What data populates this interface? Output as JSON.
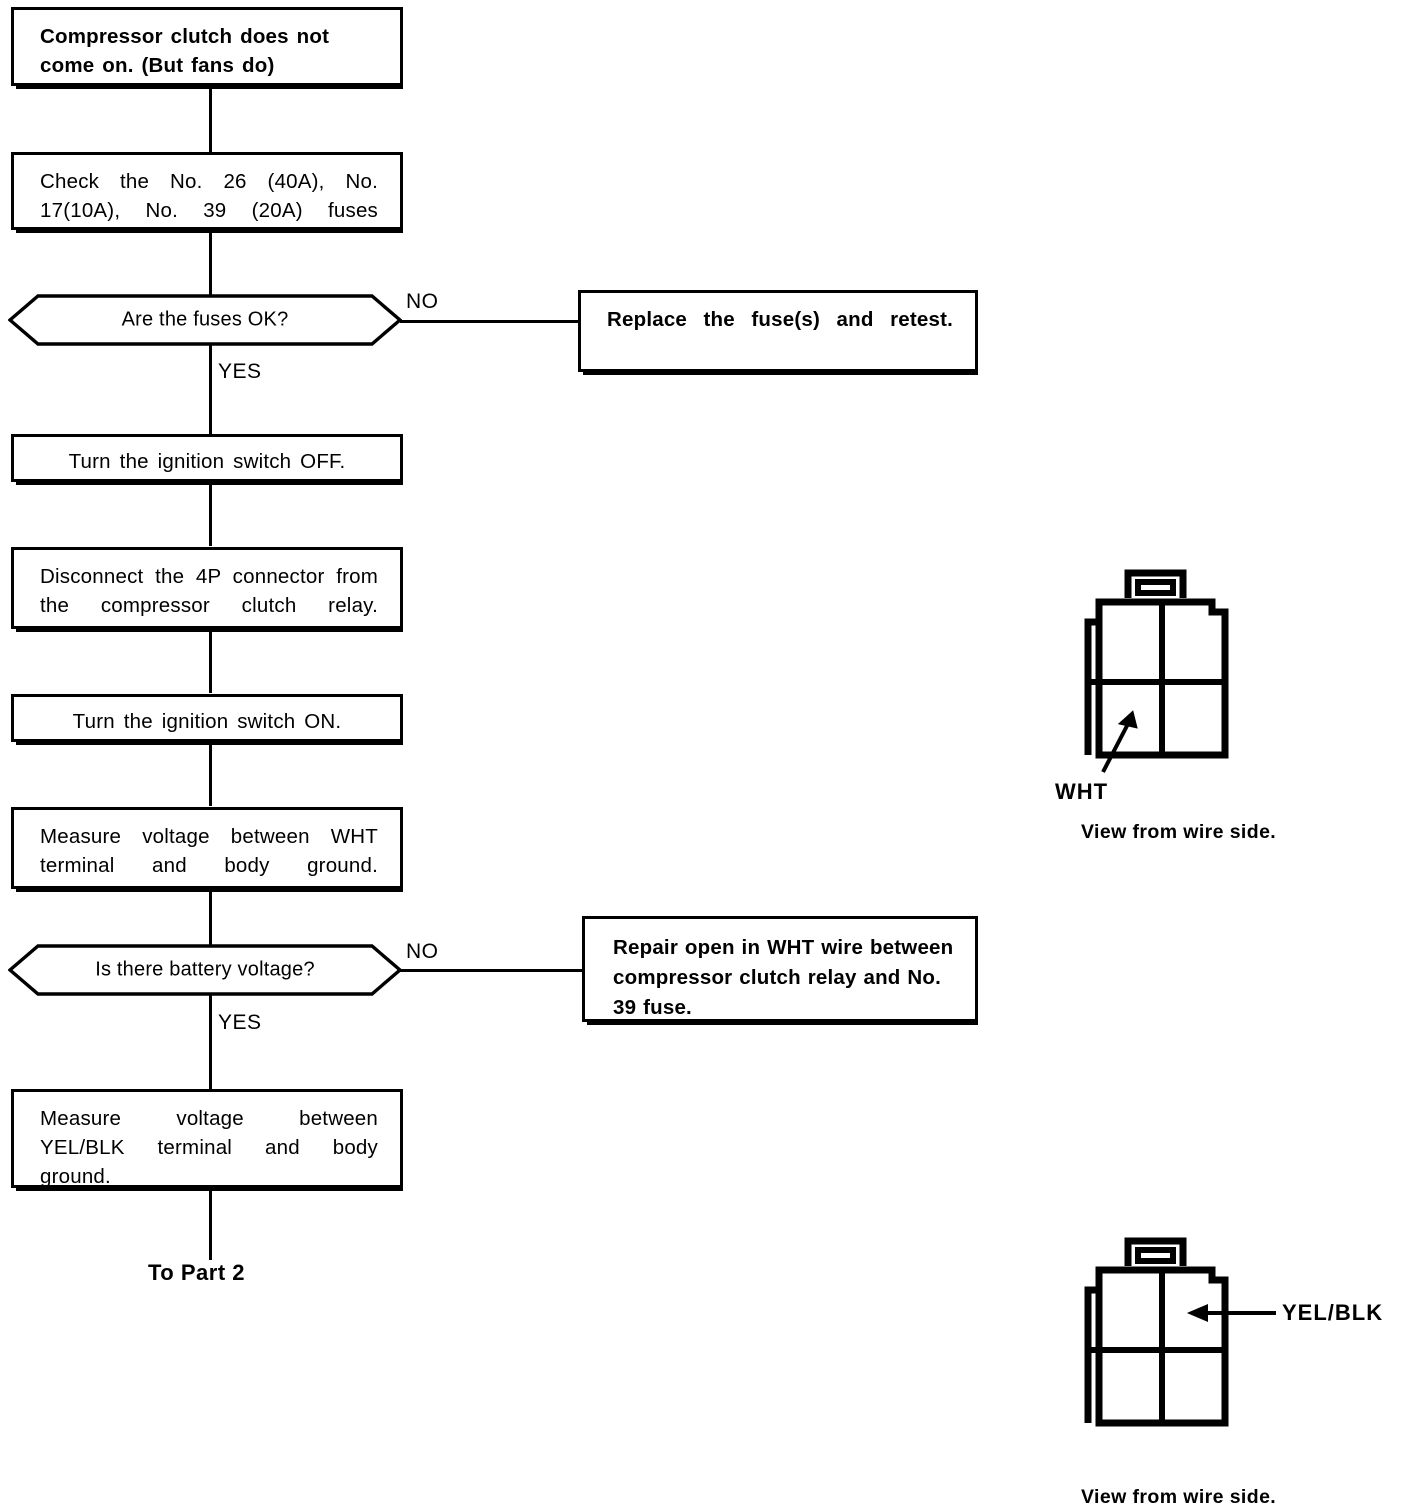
{
  "chart_data": {
    "type": "diagram",
    "title": "Compressor clutch troubleshooting flowchart - Part 1",
    "nodes": [
      {
        "id": "start",
        "kind": "process",
        "text": "Compressor clutch does not come on. (But fans do)"
      },
      {
        "id": "fuses",
        "kind": "process",
        "text": "Check the No. 26 (40A), No. 17(10A), No. 39 (20A) fuses"
      },
      {
        "id": "q1",
        "kind": "decision",
        "text": "Are the fuses OK?"
      },
      {
        "id": "fix1",
        "kind": "process",
        "text": "Replace the fuse(s) and retest."
      },
      {
        "id": "igoff",
        "kind": "process",
        "text": "Turn the ignition switch OFF."
      },
      {
        "id": "disc",
        "kind": "process",
        "text": "Disconnect the 4P connector from the compressor clutch relay."
      },
      {
        "id": "igon",
        "kind": "process",
        "text": "Turn the ignition switch ON."
      },
      {
        "id": "mwht",
        "kind": "process",
        "text": "Measure voltage between WHT terminal and body ground."
      },
      {
        "id": "q2",
        "kind": "decision",
        "text": "Is there battery voltage?"
      },
      {
        "id": "fix2",
        "kind": "process",
        "text": "Repair open in WHT wire between compressor clutch relay and No. 39 fuse."
      },
      {
        "id": "myel",
        "kind": "process",
        "text": "Measure voltage between YEL/BLK terminal and body ground."
      },
      {
        "id": "next",
        "kind": "terminal",
        "text": "To Part 2"
      }
    ],
    "edges": [
      {
        "from": "start",
        "to": "fuses",
        "label": ""
      },
      {
        "from": "fuses",
        "to": "q1",
        "label": ""
      },
      {
        "from": "q1",
        "to": "fix1",
        "label": "NO"
      },
      {
        "from": "q1",
        "to": "igoff",
        "label": "YES"
      },
      {
        "from": "igoff",
        "to": "disc",
        "label": ""
      },
      {
        "from": "disc",
        "to": "igon",
        "label": ""
      },
      {
        "from": "igon",
        "to": "mwht",
        "label": ""
      },
      {
        "from": "mwht",
        "to": "q2",
        "label": ""
      },
      {
        "from": "q2",
        "to": "fix2",
        "label": "NO"
      },
      {
        "from": "q2",
        "to": "myel",
        "label": "YES"
      },
      {
        "from": "myel",
        "to": "next",
        "label": ""
      }
    ]
  },
  "flow": {
    "start": {
      "text": "Compressor clutch does not come on. (But fans do)"
    },
    "fuses": {
      "text": "Check the No. 26 (40A), No. 17(10A), No. 39 (20A) fuses"
    },
    "q1": {
      "text": "Are the fuses OK?"
    },
    "fix1": {
      "text": "Replace the fuse(s) and retest."
    },
    "igoff": {
      "text": "Turn the ignition switch OFF."
    },
    "disc": {
      "text": "Disconnect the 4P connector from the compressor clutch relay."
    },
    "igon": {
      "text": "Turn the ignition switch ON."
    },
    "mwht": {
      "text": "Measure voltage between WHT terminal and body ground."
    },
    "q2": {
      "text": "Is there battery voltage?"
    },
    "fix2": {
      "text": "Repair open in WHT wire between compressor clutch relay and No. 39 fuse."
    },
    "myel": {
      "text": "Measure voltage between YEL/BLK terminal and body ground."
    },
    "next": {
      "text": "To Part 2"
    }
  },
  "branch_labels": {
    "no_1": "NO",
    "yes_1": "YES",
    "no_2": "NO",
    "yes_2": "YES"
  },
  "connectors": {
    "top": {
      "terminal_label": "WHT",
      "view_note": "View from wire side.",
      "cavities": 4,
      "highlighted_cavity": "bottom-left"
    },
    "bottom": {
      "terminal_label": "YEL/BLK",
      "view_note": "View from wire side.",
      "cavities": 4,
      "highlighted_cavity": "top-right"
    }
  },
  "colors": {
    "ink": "#000000",
    "paper": "#ffffff"
  }
}
